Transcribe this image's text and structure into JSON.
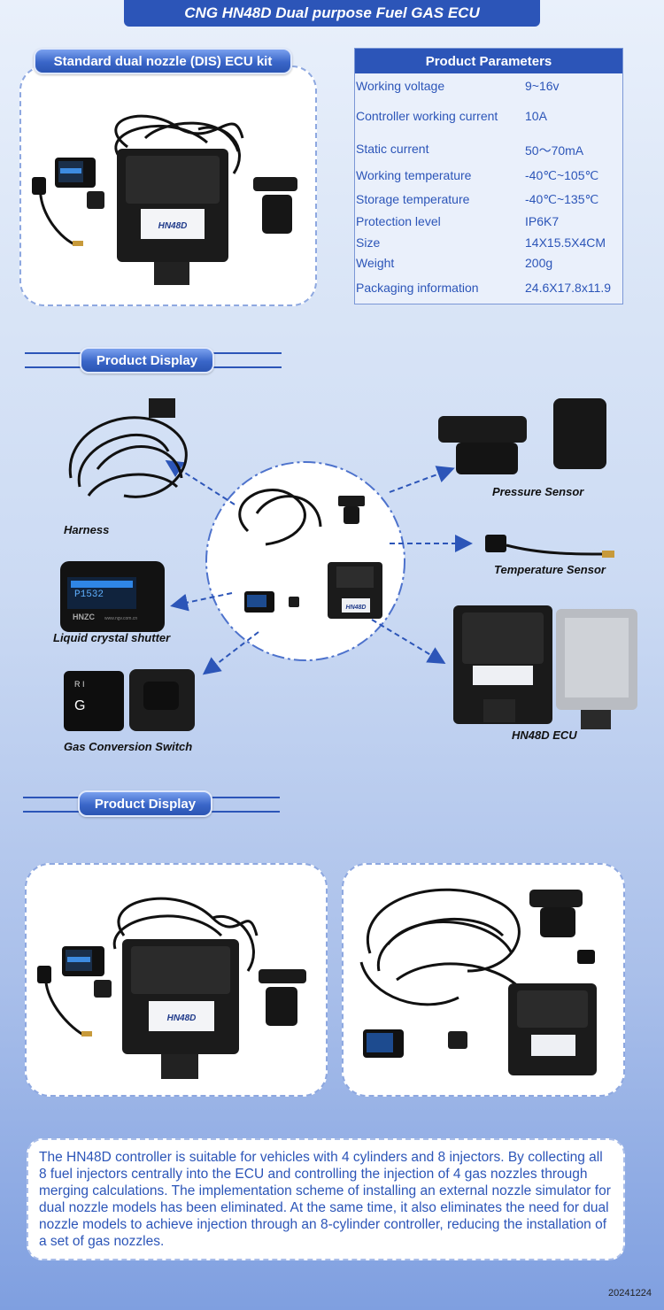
{
  "header": {
    "title": "CNG  HN48D Dual purpose Fuel GAS ECU"
  },
  "kit": {
    "label": "Standard dual nozzle (DIS)  ECU kit"
  },
  "params": {
    "title": "Product Parameters",
    "rows": [
      {
        "k": "Working voltage",
        "v": "9~16v"
      },
      {
        "k": "Controller working current",
        "v": "10A"
      },
      {
        "k": "Static current",
        "v": "50～70mA"
      },
      {
        "k": "Working temperature",
        "v": "-40℃~105℃"
      },
      {
        "k": "Storage temperature",
        "v": "-40℃~135℃"
      },
      {
        "k": "Protection level",
        "v": "IP6K7"
      },
      {
        "k": "Size",
        "v": "14X15.5X4CM"
      },
      {
        "k": "Weight",
        "v": "200g"
      },
      {
        "k": "Packaging information",
        "v": "24.6X17.8x11.9"
      }
    ]
  },
  "display1": {
    "label": "Product Display"
  },
  "display2": {
    "label": "Product Display"
  },
  "products": {
    "harness": "Harness",
    "pressure": "Pressure Sensor",
    "temperature": "Temperature Sensor",
    "lcd": "Liquid crystal shutter",
    "switch": "Gas Conversion Switch",
    "ecu": "HN48D ECU"
  },
  "device": {
    "model": "HN48D",
    "lcd_code": "P1532",
    "lcd_brand": "HNZC",
    "lcd_site": "www.ngv.com.cn",
    "switch_row": "R I",
    "switch_letter": "G"
  },
  "description": "The HN48D controller is suitable for vehicles with 4 cylinders and 8 injectors. By collecting all 8 fuel injectors centrally into the ECU and controlling the injection of 4 gas nozzles through merging calculations. The implementation scheme of installing an external nozzle simulator for dual nozzle models has been eliminated. At the same time, it also eliminates the need for dual nozzle models to achieve injection through an 8-cylinder controller, reducing the installation of a set of gas nozzles.",
  "footer": {
    "date": "20241224"
  }
}
